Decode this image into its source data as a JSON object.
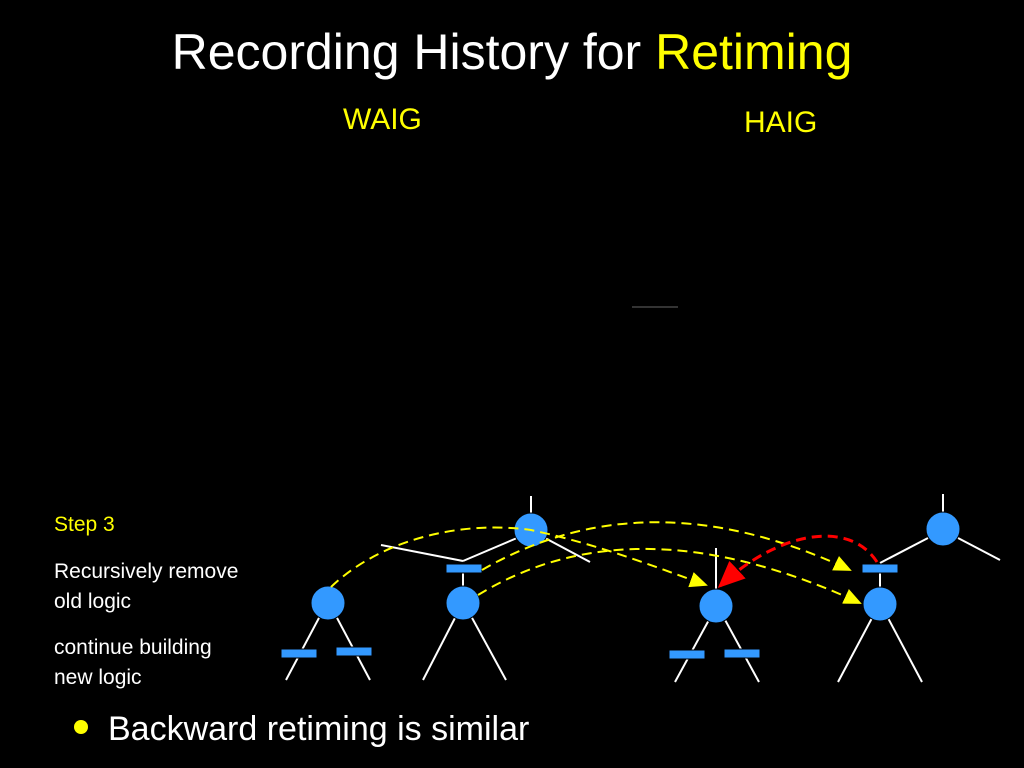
{
  "title": {
    "main": "Recording History for ",
    "highlight": "Retiming"
  },
  "labels": {
    "waig": "WAIG",
    "haig": "HAIG"
  },
  "side": {
    "step": "Step 3",
    "line1": "Recursively remove old logic",
    "line2": "continue building new logic"
  },
  "bullet": "Backward retiming is similar",
  "colors": {
    "background": "#000000",
    "node_fill": "#3399ff",
    "highlight": "#ffff00",
    "history_arrow": "#ffff00",
    "retime_arrow": "#ff0000"
  }
}
